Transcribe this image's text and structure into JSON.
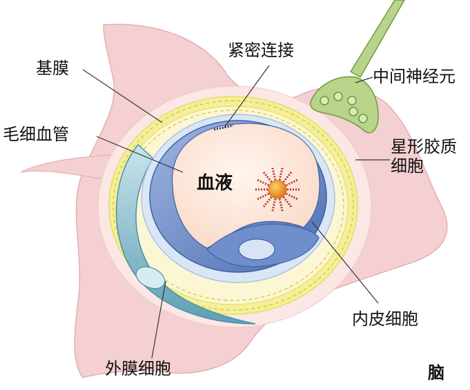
{
  "labels": {
    "basement_membrane": "基膜",
    "tight_junction": "紧密连接",
    "capillary": "毛细血管",
    "interneuron": "中间神经元",
    "astrocyte": "星形胶质\n细胞",
    "blood": "血液",
    "endothelial_cell": "内皮细胞",
    "pericyte": "外膜细胞",
    "brain": "脑"
  },
  "colors": {
    "astrocyte_fill": "#f4d0d2",
    "astrocyte_edge": "#e3aeb3",
    "ring_yellow": "#f4ef9a",
    "ring_dash": "#d9cf3a",
    "lumen": "#fde4d6",
    "endothelium": "#6e8fc9",
    "endothelium_dark": "#4e6fb2",
    "pericyte": "#7fb9c8",
    "neuron": "#b7d48a",
    "neuron_edge": "#6f9a3a",
    "blood_cell": "#f0a020",
    "blood_spikes": "#b8322c",
    "leader": "#333333"
  }
}
